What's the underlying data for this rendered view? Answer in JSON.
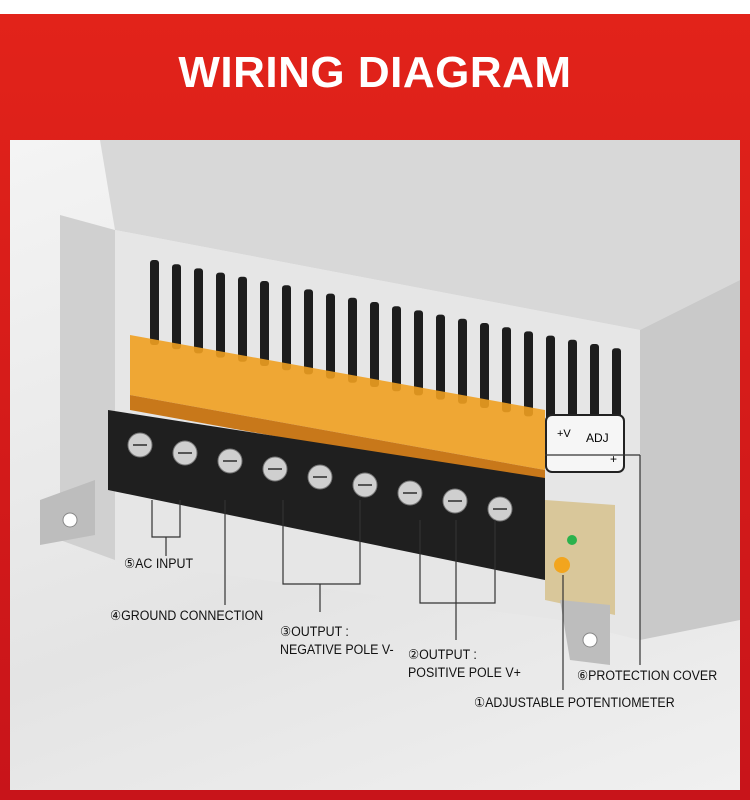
{
  "header": {
    "title": "WIRING DIAGRAM"
  },
  "panel_label": {
    "plus_v": "+V",
    "adj": "ADJ",
    "plus": "+"
  },
  "labels": {
    "ac_input": "⑤AC INPUT",
    "ground": "④GROUND CONNECTION",
    "negative_line1": "③OUTPUT :",
    "negative_line2": "NEGATIVE POLE V-",
    "positive_line1": "②OUTPUT :",
    "positive_line2": "POSITIVE POLE V+",
    "protection_cover": "⑥PROTECTION COVER",
    "potentiometer": "①ADJUSTABLE POTENTIOMETER"
  },
  "colors": {
    "brand_red": "#e2231a",
    "cover_orange": "#f0a020"
  }
}
